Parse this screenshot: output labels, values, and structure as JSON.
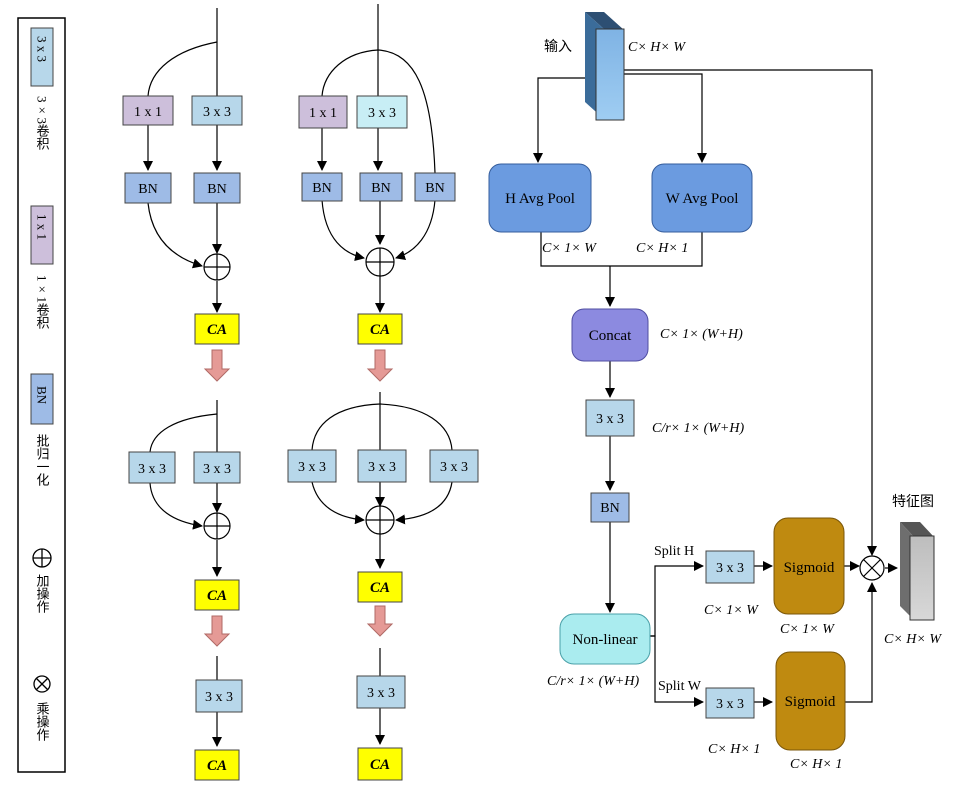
{
  "legend": {
    "conv3_box": "3 x 3",
    "conv3_desc": "3×3卷积",
    "conv1_box": "1 x 1",
    "conv1_desc": "1×1卷积",
    "bn_box": "BN",
    "bn_desc": "批归一化",
    "add_desc": "加操作",
    "mul_desc": "乘操作"
  },
  "blocks": {
    "conv1": "1 x 1",
    "conv3": "3 x 3",
    "bn": "BN",
    "ca": "CA"
  },
  "ca_module": {
    "input_label": "输入",
    "input_dim": "C× H× W",
    "h_pool": "H Avg Pool",
    "w_pool": "W Avg Pool",
    "h_pool_dim": "C× 1× W",
    "w_pool_dim": "C× H× 1",
    "concat": "Concat",
    "concat_dim": "C× 1× (W+H)",
    "conv": "3 x 3",
    "conv_dim": "C/r× 1× (W+H)",
    "bn": "BN",
    "nonlinear": "Non-linear",
    "nonlinear_dim": "C/r× 1× (W+H)",
    "split_h": "Split H",
    "split_w": "Split W",
    "conv_h": "3 x 3",
    "conv_w": "3 x 3",
    "conv_h_dim": "C× 1× W",
    "conv_w_dim": "C× H× 1",
    "sigmoid_h": "Sigmoid",
    "sigmoid_w": "Sigmoid",
    "sigmoid_h_dim": "C× 1× W",
    "sigmoid_w_dim": "C× H× 1",
    "output_label": "特征图",
    "output_dim": "C× H× W"
  },
  "colors": {
    "conv3": "#b7d7ea",
    "conv1": "#cdbfdb",
    "bn": "#9ebbe6",
    "ca": "#ffff00",
    "arrow_down": "#e59a96",
    "pool": "#6b9be0",
    "concat": "#8c8ae0",
    "nonlinear": "#aaecef",
    "sigmoid": "#bf8a10"
  }
}
